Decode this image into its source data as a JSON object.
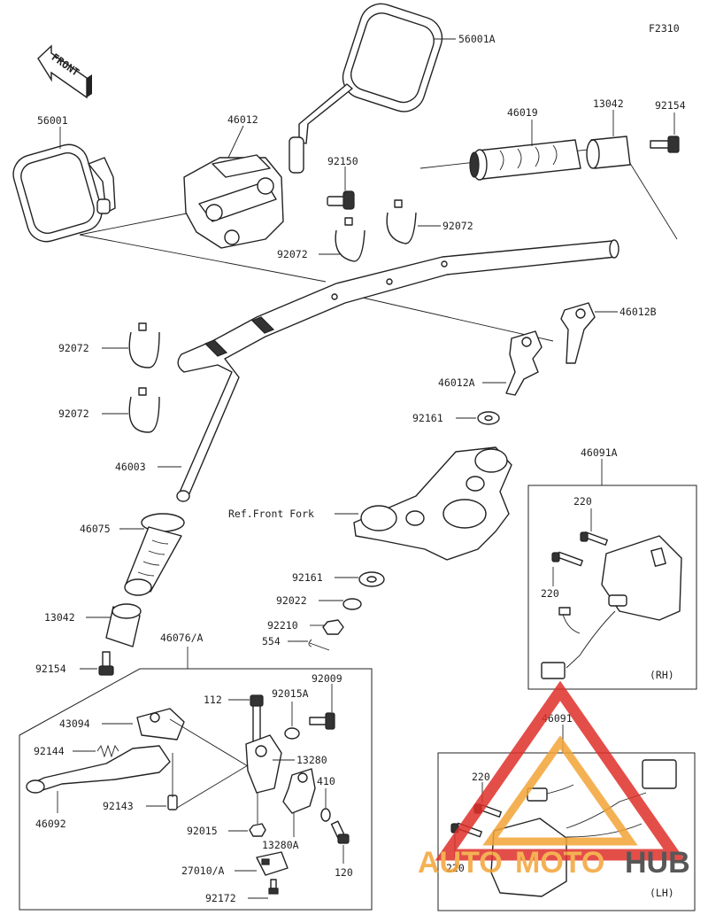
{
  "figure_code": "F2310",
  "front_label": "FRONT",
  "parts": {
    "mirror_right": "56001A",
    "mirror_left": "56001",
    "holder_upper": "46012",
    "screw_92150": "92150",
    "grip_right": "46019",
    "weight_right": "13042",
    "bolt_right": "92154",
    "band_upper": "92072",
    "band_lower": "92072",
    "band_left_a": "92072",
    "band_left_b": "92072",
    "holder_b": "46012B",
    "holder_a": "46012A",
    "washer_upper": "92161",
    "handlebar": "46003",
    "ref_front_fork": "Ref.Front Fork",
    "grip_left": "46075",
    "washer_lower": "92161",
    "washer_92022": "92022",
    "nut_92210": "92210",
    "pin_554": "554",
    "weight_left": "13042",
    "bolt_left": "92154",
    "lever_assy": "46076/A",
    "bolt_112": "112",
    "collar_92015A": "92015A",
    "screw_92009": "92009",
    "bracket_43094": "43094",
    "spring_92144": "92144",
    "holder_13280": "13280",
    "lever_46092": "46092",
    "collar_92143": "92143",
    "washer_410": "410",
    "nut_92015": "92015",
    "holder_13280A": "13280A",
    "screw_120": "120",
    "switch_27010A": "27010/A",
    "screw_92172": "92172",
    "switch_rh": "46091A",
    "screw_rh_upper": "220",
    "screw_rh_lower": "220",
    "rh_tag": "(RH)",
    "switch_lh": "46091",
    "screw_lh_upper": "220",
    "screw_lh_lower": "220",
    "lh_tag": "(LH)"
  },
  "watermark": {
    "text_auto": "AUTO",
    "text_moto": "MOTO",
    "text_hub": "HUB",
    "color_red": "#e0302a",
    "color_orange": "#f3a437",
    "color_dark": "#3a3a3a"
  }
}
